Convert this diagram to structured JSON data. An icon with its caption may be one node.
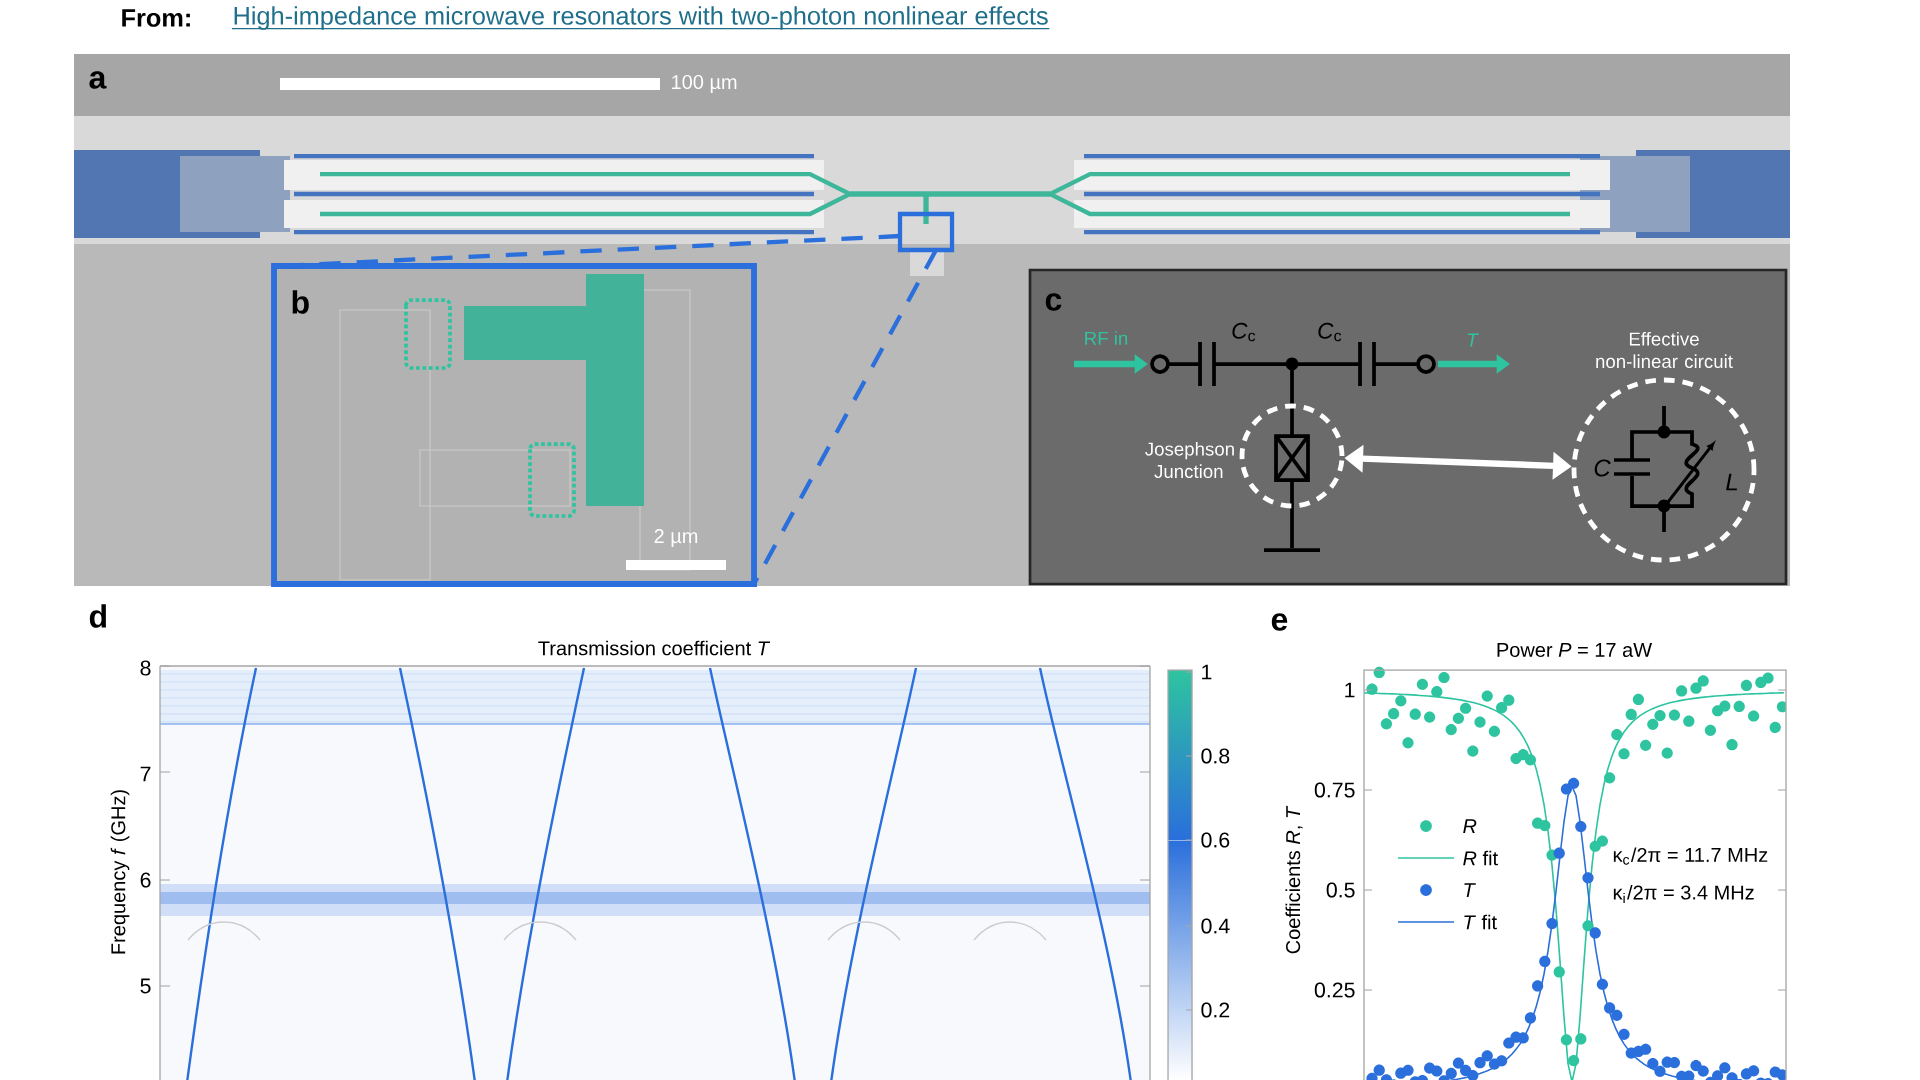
{
  "diagram": {
    "title": "High-impedance microwave resonators with two-photon nonlinear effects",
    "nodes": [
      {
        "text": [],
        "shape": "circle",
        "beside": [
          "Josephson Junction"
        ]
      },
      {
        "text": [],
        "shape": "circle",
        "beside": [
          "Effective non-linear circuit"
        ]
      }
    ],
    "edges": [
      {
        "from": 0,
        "to": 1,
        "arrow": "both"
      }
    ],
    "labels": [
      "From:",
      "a",
      "100 µm",
      "b",
      "2 µm",
      "c",
      "RF in",
      "*C*$_{c}$",
      "*C*$_{c}$",
      "T",
      "C",
      "L",
      "d",
      "Transmission coefficient *T*",
      "Frequency *f* (GHz)",
      "8",
      "7",
      "6",
      "5",
      "1",
      "0.8",
      "0.6",
      "0.4",
      "0.2",
      "e",
      "Power *P* = 17 aW",
      "Coefficients *R*, *T*",
      "1",
      "0.75",
      "0.5",
      "0.25",
      "κ$_{c}$/2π = 11.7 MHz",
      "κ$_{i}$/2π = 3.4 MHz"
    ],
    "legend": [
      {
        "text": "R"
      },
      {
        "text": "*R* fit"
      },
      {
        "text": "T"
      },
      {
        "text": "*T* fit"
      }
    ]
  }
}
